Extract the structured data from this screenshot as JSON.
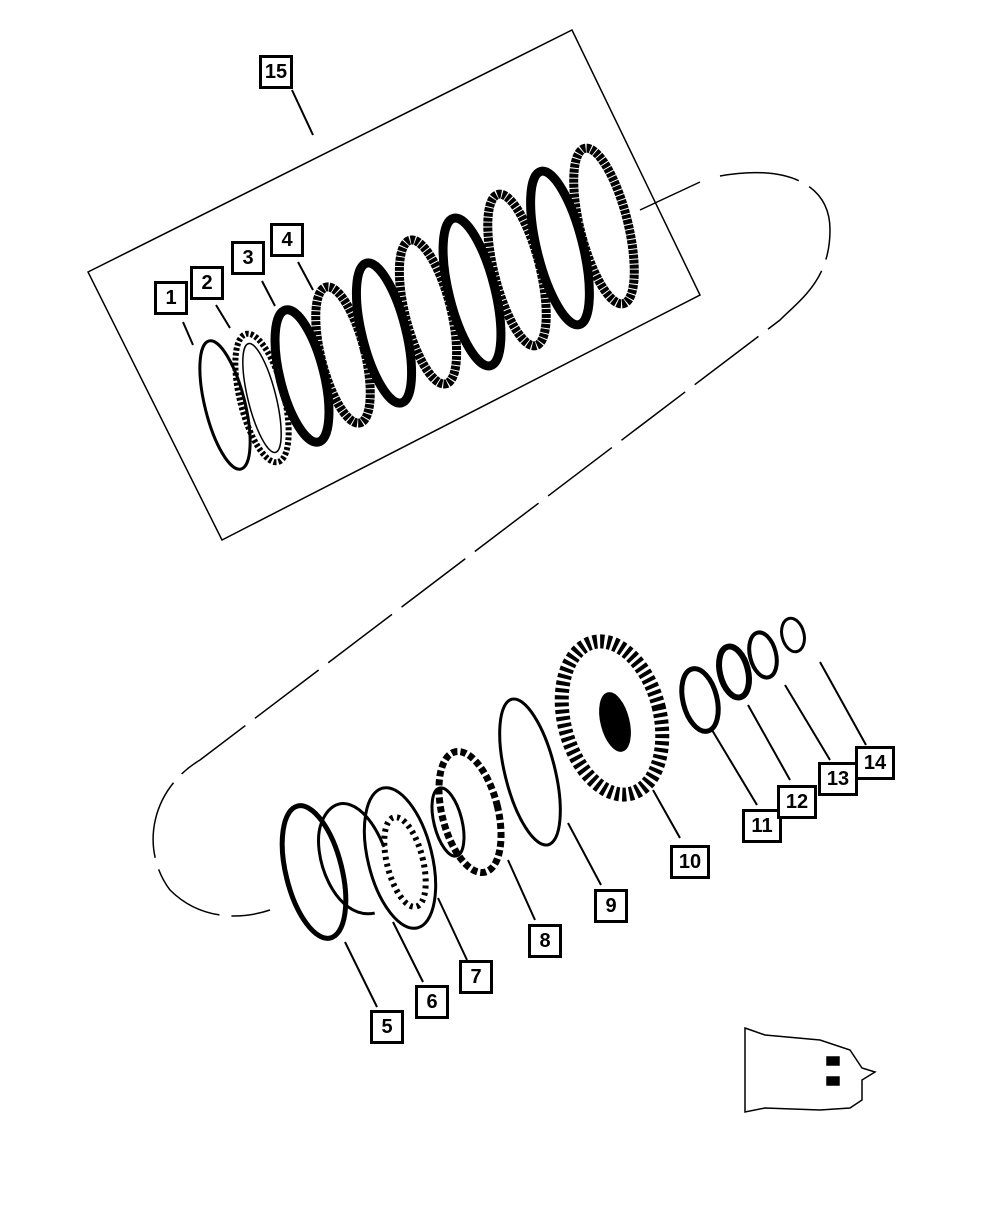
{
  "diagram": {
    "type": "exploded parts diagram",
    "callouts": [
      "1",
      "2",
      "3",
      "4",
      "5",
      "6",
      "7",
      "8",
      "9",
      "10",
      "11",
      "12",
      "13",
      "14",
      "15"
    ],
    "line_color": "#000000",
    "background": "#ffffff"
  }
}
